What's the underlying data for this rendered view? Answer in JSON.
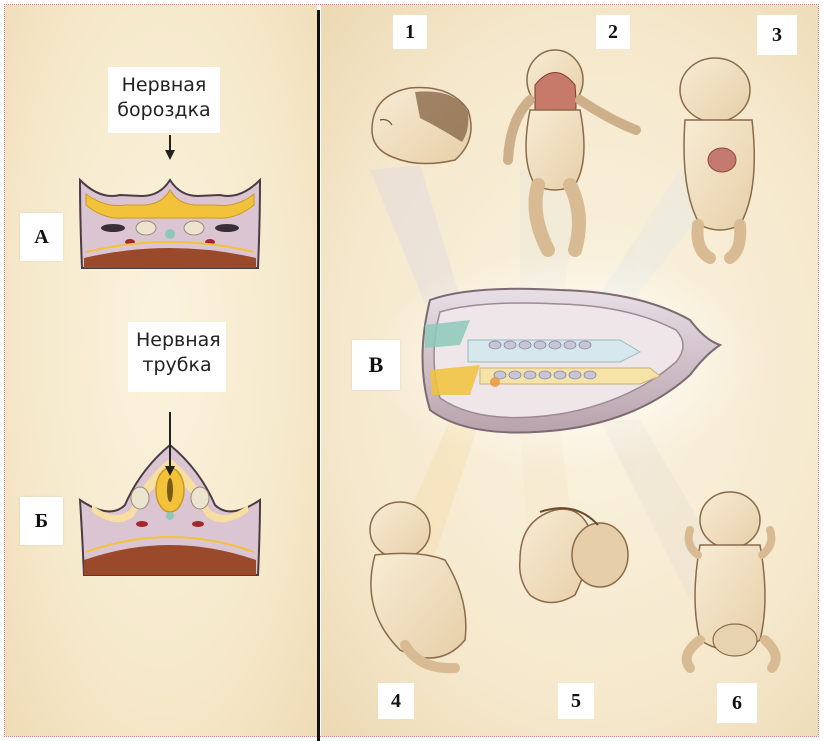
{
  "left_panel": {
    "label_a": "А",
    "label_b": "Б",
    "callout_groove": [
      "Нервная",
      "бороздка"
    ],
    "callout_tube": [
      "Нервная",
      "трубка"
    ]
  },
  "right_panel": {
    "label_v": "В",
    "numbers": [
      "1",
      "2",
      "3",
      "4",
      "5",
      "6"
    ]
  },
  "colors": {
    "background": "#f6e9cb",
    "neural_yellow": "#f2c23a",
    "tissue_pink": "#dcc5d3",
    "tissue_brown": "#9a4a2a",
    "skin": "#f3e3c6",
    "divider": "#111111"
  }
}
